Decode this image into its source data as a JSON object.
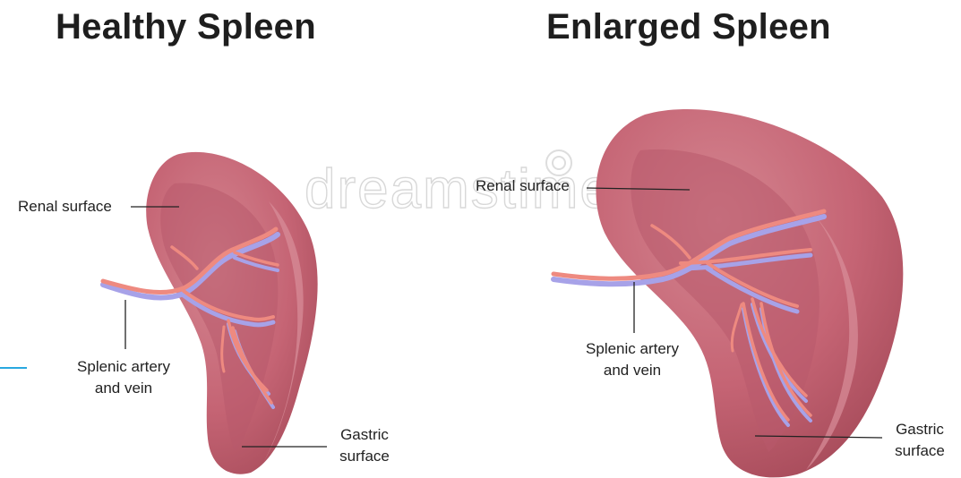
{
  "panels": {
    "healthy": {
      "title": "Healthy Spleen",
      "labels": {
        "renal": "Renal surface",
        "artery_line1": "Splenic artery",
        "artery_line2": "and vein",
        "gastric_line1": "Gastric",
        "gastric_line2": "surface"
      }
    },
    "enlarged": {
      "title": "Enlarged Spleen",
      "labels": {
        "renal": "Renal surface",
        "artery_line1": "Splenic artery",
        "artery_line2": "and vein",
        "gastric_line1": "Gastric",
        "gastric_line2": "surface"
      }
    }
  },
  "watermark": "dreamstime",
  "colors": {
    "organ": "#c96a78",
    "organ_dark": "#a94d5c",
    "organ_light": "#d98a95",
    "artery": "#ee8a80",
    "vein": "#a7a2e8",
    "accent_line": "#29a8e0"
  }
}
